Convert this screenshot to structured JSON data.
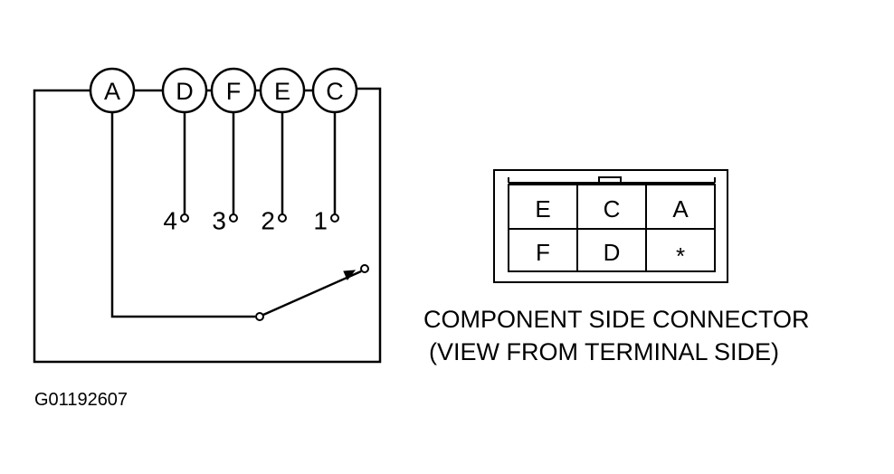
{
  "switch_schematic": {
    "terminals": [
      {
        "label": "A"
      },
      {
        "label": "D"
      },
      {
        "label": "F"
      },
      {
        "label": "E"
      },
      {
        "label": "C"
      }
    ],
    "positions": [
      {
        "label": "4"
      },
      {
        "label": "3"
      },
      {
        "label": "2"
      },
      {
        "label": "1"
      }
    ]
  },
  "connector": {
    "cells_top": [
      "E",
      "C",
      "A"
    ],
    "cells_bottom": [
      "F",
      "D",
      "*"
    ],
    "caption_line1": "COMPONENT SIDE CONNECTOR",
    "caption_line2": "(VIEW FROM TERMINAL SIDE)"
  },
  "figure_id": "G01192607"
}
